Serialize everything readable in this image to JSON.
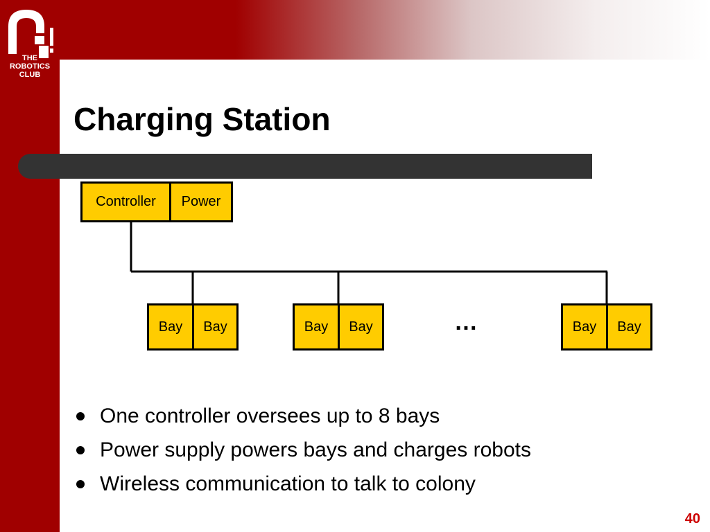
{
  "logo": {
    "lines": [
      "THE",
      "ROBOTICS",
      "CLUB"
    ],
    "icon": "robot-logo-icon"
  },
  "slide": {
    "title": "Charging Station",
    "page_number": "40"
  },
  "diagram": {
    "controller_label": "Controller",
    "power_label": "Power",
    "bay_label": "Bay",
    "ellipsis": "…"
  },
  "bullets": [
    "One controller oversees up to 8 bays",
    "Power supply powers bays and charges robots",
    "Wireless communication to talk to colony"
  ],
  "colors": {
    "brand_red": "#a00000",
    "box_fill": "#ffcc00",
    "title_bar": "#333333",
    "page_number": "#cc0000"
  }
}
